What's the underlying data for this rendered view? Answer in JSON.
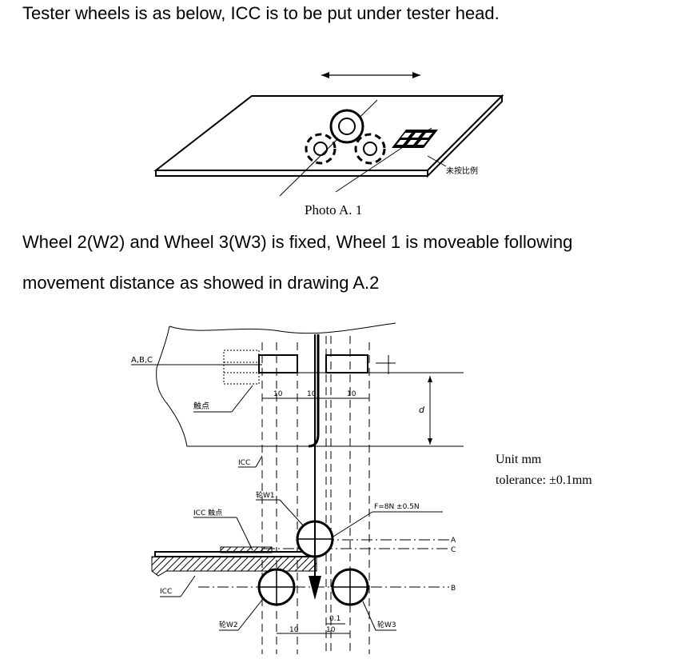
{
  "intro_text": "Tester wheels is as below, ICC is to be put under tester head.",
  "photo": {
    "caption": "Photo A. 1",
    "scale_note": "未按比例"
  },
  "description": {
    "line1": "Wheel 2(W2) and Wheel 3(W3) is fixed, Wheel 1 is moveable following",
    "line2": "movement distance as showed in drawing A.2"
  },
  "drawing": {
    "label_abc": "A,B,C",
    "label_contact": "触点",
    "label_icc_top": "ICC",
    "label_w1": "轮W1",
    "label_icc_contact": "ICC 触点",
    "label_force": "F=8N ±0.5N",
    "label_a": "A",
    "label_c": "C",
    "label_b": "B",
    "label_icc_bottom": "ICC",
    "label_w2": "轮W2",
    "label_w3": "轮W3",
    "dim_10": "10",
    "dim_d": "d",
    "dim_01": "0.1"
  },
  "notes": {
    "unit": "Unit mm",
    "tolerance": "tolerance: ±0.1mm"
  }
}
